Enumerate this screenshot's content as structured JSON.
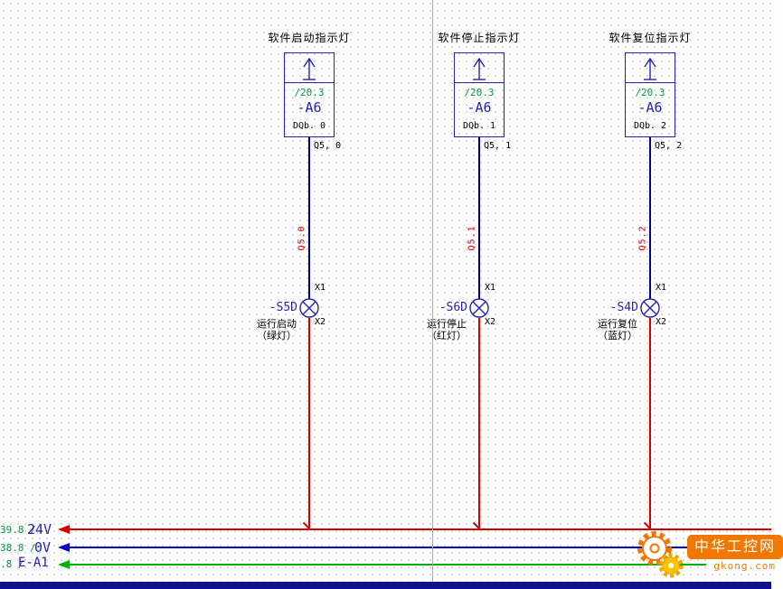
{
  "branches": [
    {
      "title": "软件启动指示灯",
      "plc": {
        "xref": "/20.3",
        "device": "-A6",
        "channel": "DQb. 0"
      },
      "output_label": "Q5, 0",
      "wire_label": "Q5.0",
      "lamp": {
        "terminal_top": "X1",
        "terminal_bottom": "X2",
        "device": "-S5D",
        "desc_line1": "运行启动",
        "desc_line2": "（绿灯）"
      }
    },
    {
      "title": "软件停止指示灯",
      "plc": {
        "xref": "/20.3",
        "device": "-A6",
        "channel": "DQb. 1"
      },
      "output_label": "Q5, 1",
      "wire_label": "Q5.1",
      "lamp": {
        "terminal_top": "X1",
        "terminal_bottom": "X2",
        "device": "-S6D",
        "desc_line1": "运行停止",
        "desc_line2": "（红灯）"
      }
    },
    {
      "title": "软件复位指示灯",
      "plc": {
        "xref": "/20.3",
        "device": "-A6",
        "channel": "DQb. 2"
      },
      "output_label": "Q5, 2",
      "wire_label": "Q5.2",
      "lamp": {
        "terminal_top": "X1",
        "terminal_bottom": "X2",
        "device": "-S4D",
        "desc_line1": "运行复位",
        "desc_line2": "（蓝灯）"
      }
    }
  ],
  "bus": [
    {
      "xref": "39.8 /",
      "label": "24V",
      "color": "#d40000"
    },
    {
      "xref": "38.8 /",
      "label": "0V",
      "color": "#0000c8"
    },
    {
      "xref": ".8 /",
      "label": "E-A1",
      "color": "#00b000"
    }
  ],
  "watermark": {
    "title": "中华工控网",
    "domain": "gkong.com"
  },
  "colors": {
    "wire_upper_blue": "#00008b",
    "wire_lower_red": "#d40000",
    "symbol_blue": "#2323b0",
    "xref_green": "#009c3c",
    "bus_24v": "#d40000",
    "bus_0v": "#0000c8",
    "bus_ea1": "#00b000",
    "watermark_orange": "#f07800",
    "title_block_navy": "#10108c"
  }
}
